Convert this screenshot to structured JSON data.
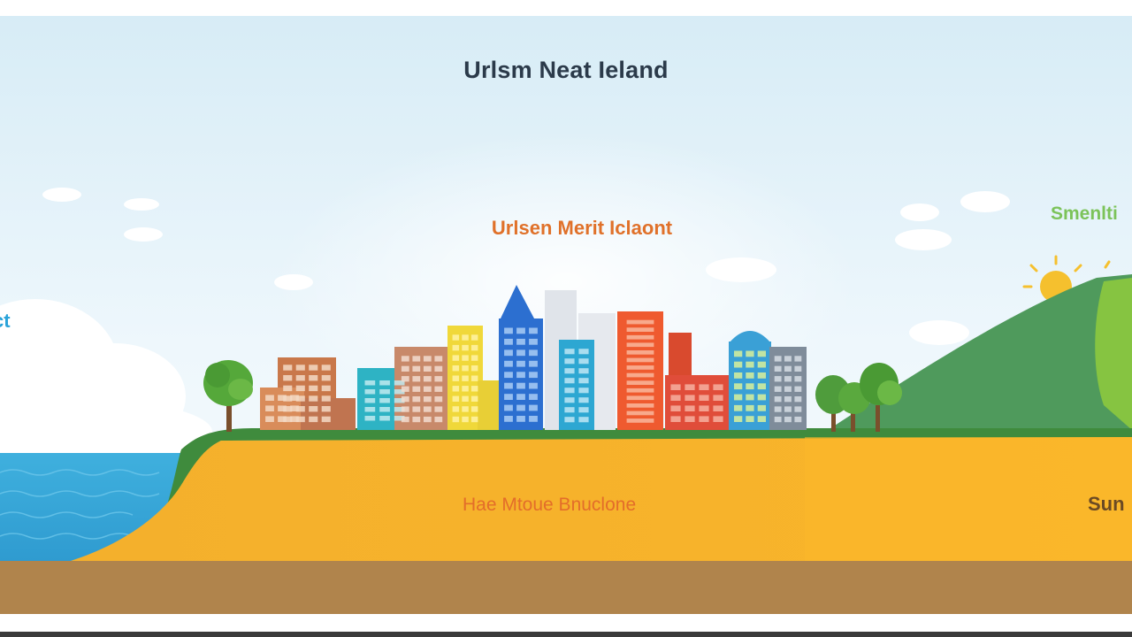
{
  "title": "Urlsm Neat Ieland",
  "labels": {
    "center": "Urlsen Merit Iclaont",
    "right_top": "Smenlti",
    "left_mid": "ct",
    "ground_center": "Hae Mtoue Bnuclone",
    "ground_right": "Sun"
  },
  "colors": {
    "sky_top": "#d7ecf6",
    "sky_bottom": "#f4f9fd",
    "ground": "#f6b22c",
    "soil": "#b0844c",
    "water": "#3aa9d9",
    "hill": "#4f9a5c",
    "hill_light": "#86c441",
    "grass": "#3f8b3d",
    "sun": "#f5c02e"
  },
  "icons": [
    "sun-icon",
    "tree-icon",
    "cloud-icon",
    "building-icon"
  ]
}
